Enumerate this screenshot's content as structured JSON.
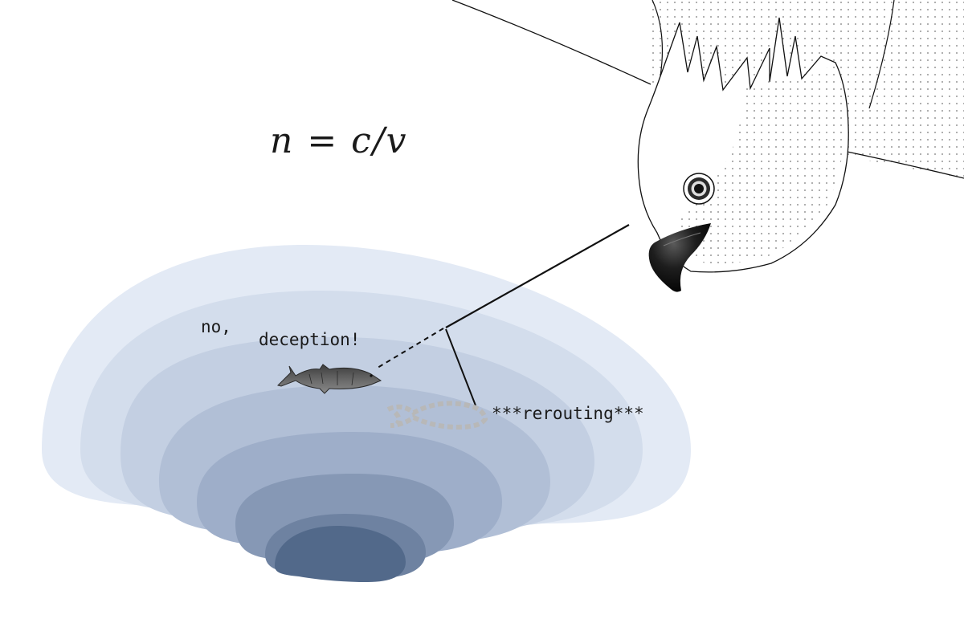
{
  "formula": "n = c/v",
  "labels": {
    "no": "no,",
    "deception": "deception!",
    "rerouting": "***rerouting***"
  },
  "icons": {
    "bird": "cockatoo-head-icon",
    "fish": "fish-icon",
    "ghost_fish": "fish-outline-icon"
  },
  "colors": {
    "water_light": "#e3eaf5",
    "water_dark": "#4f6784",
    "line": "#111111"
  }
}
